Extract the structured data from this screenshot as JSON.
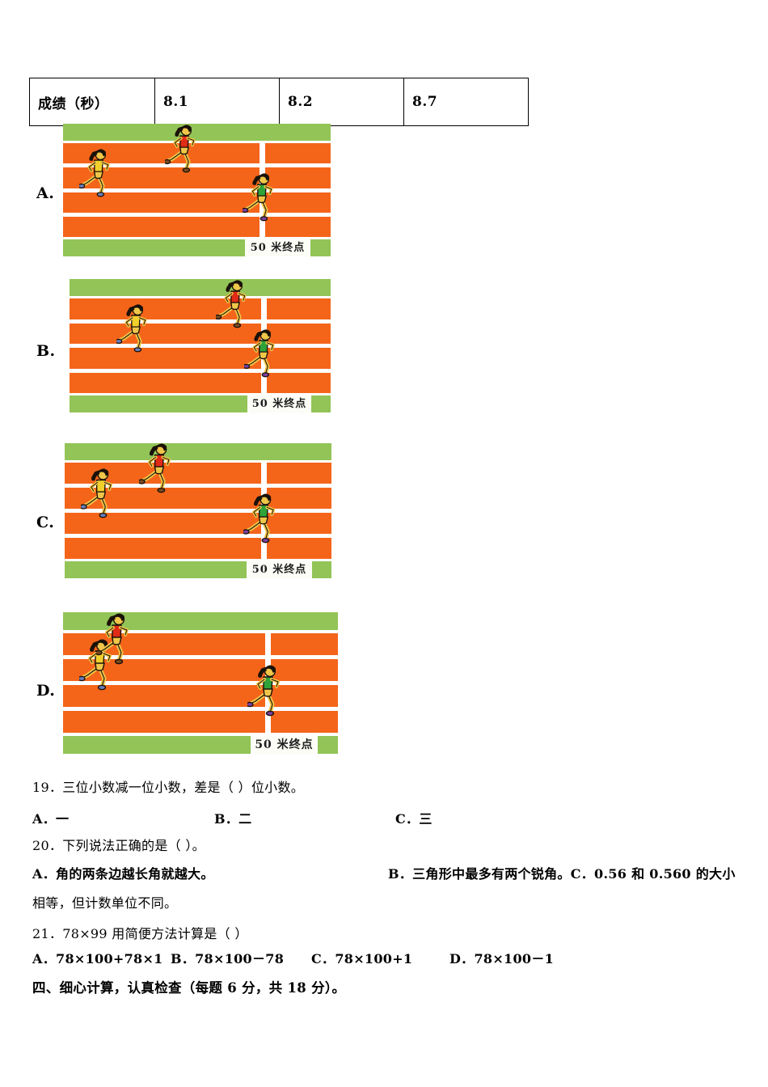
{
  "table": {
    "rows": [
      {
        "header": "成绩（秒）",
        "cells": [
          "8.1",
          "8.2",
          "8.7"
        ]
      }
    ]
  },
  "options": [
    {
      "letter": "A.",
      "finish_label": "50 米终点",
      "runners": [
        {
          "shirt": "yellow",
          "lane": 2,
          "pos_pct": 6
        },
        {
          "shirt": "red",
          "lane": 1,
          "pos_pct": 38
        },
        {
          "shirt": "green",
          "lane": 3,
          "pos_pct": 67
        }
      ]
    },
    {
      "letter": "B.",
      "finish_label": "50 米终点",
      "runners": [
        {
          "shirt": "yellow",
          "lane": 2,
          "pos_pct": 18
        },
        {
          "shirt": "red",
          "lane": 1,
          "pos_pct": 56
        },
        {
          "shirt": "green",
          "lane": 3,
          "pos_pct": 67
        }
      ]
    },
    {
      "letter": "C.",
      "finish_label": "50 米终点",
      "runners": [
        {
          "shirt": "yellow",
          "lane": 2,
          "pos_pct": 6
        },
        {
          "shirt": "red",
          "lane": 1,
          "pos_pct": 28
        },
        {
          "shirt": "green",
          "lane": 3,
          "pos_pct": 67
        }
      ]
    },
    {
      "letter": "D.",
      "finish_label": "50 米终点",
      "runners": [
        {
          "shirt": "yellow",
          "lane": 2,
          "pos_pct": 6
        },
        {
          "shirt": "red",
          "lane": 1,
          "pos_pct": 12
        },
        {
          "shirt": "green",
          "lane": 3,
          "pos_pct": 67
        }
      ]
    }
  ],
  "questions": {
    "q19": {
      "stem": "19．三位小数减一位小数，差是（   ）位小数。",
      "choices": [
        "A．一",
        "B．二",
        "C．三"
      ]
    },
    "q20": {
      "stem": "20．下列说法正确的是（   ）。",
      "choice_a": "A．角的两条边越长角就越大。",
      "choice_bc": "B．三角形中最多有两个锐角。C．0.56 和 0.560 的大小",
      "choice_c_wrap": "相等，但计数单位不同。"
    },
    "q21": {
      "stem": "21．78×99 用简便方法计算是（     ）",
      "choices": [
        "A．78×100+78×1",
        "B．78×100－78",
        "C．78×100+1",
        "D．78×100－1"
      ]
    }
  },
  "section_heading": "四、细心计算，认真检查（每题 6 分，共 18 分）。",
  "colors": {
    "track_orange": "#f4651a",
    "grass_green": "#92c457",
    "line_white": "#ffffff",
    "shirt_red": "#e02b17",
    "shirt_yellow": "#f2d02b",
    "shirt_green": "#2fa33a",
    "skin": "#f0c64a",
    "hair": "#1a1208"
  }
}
